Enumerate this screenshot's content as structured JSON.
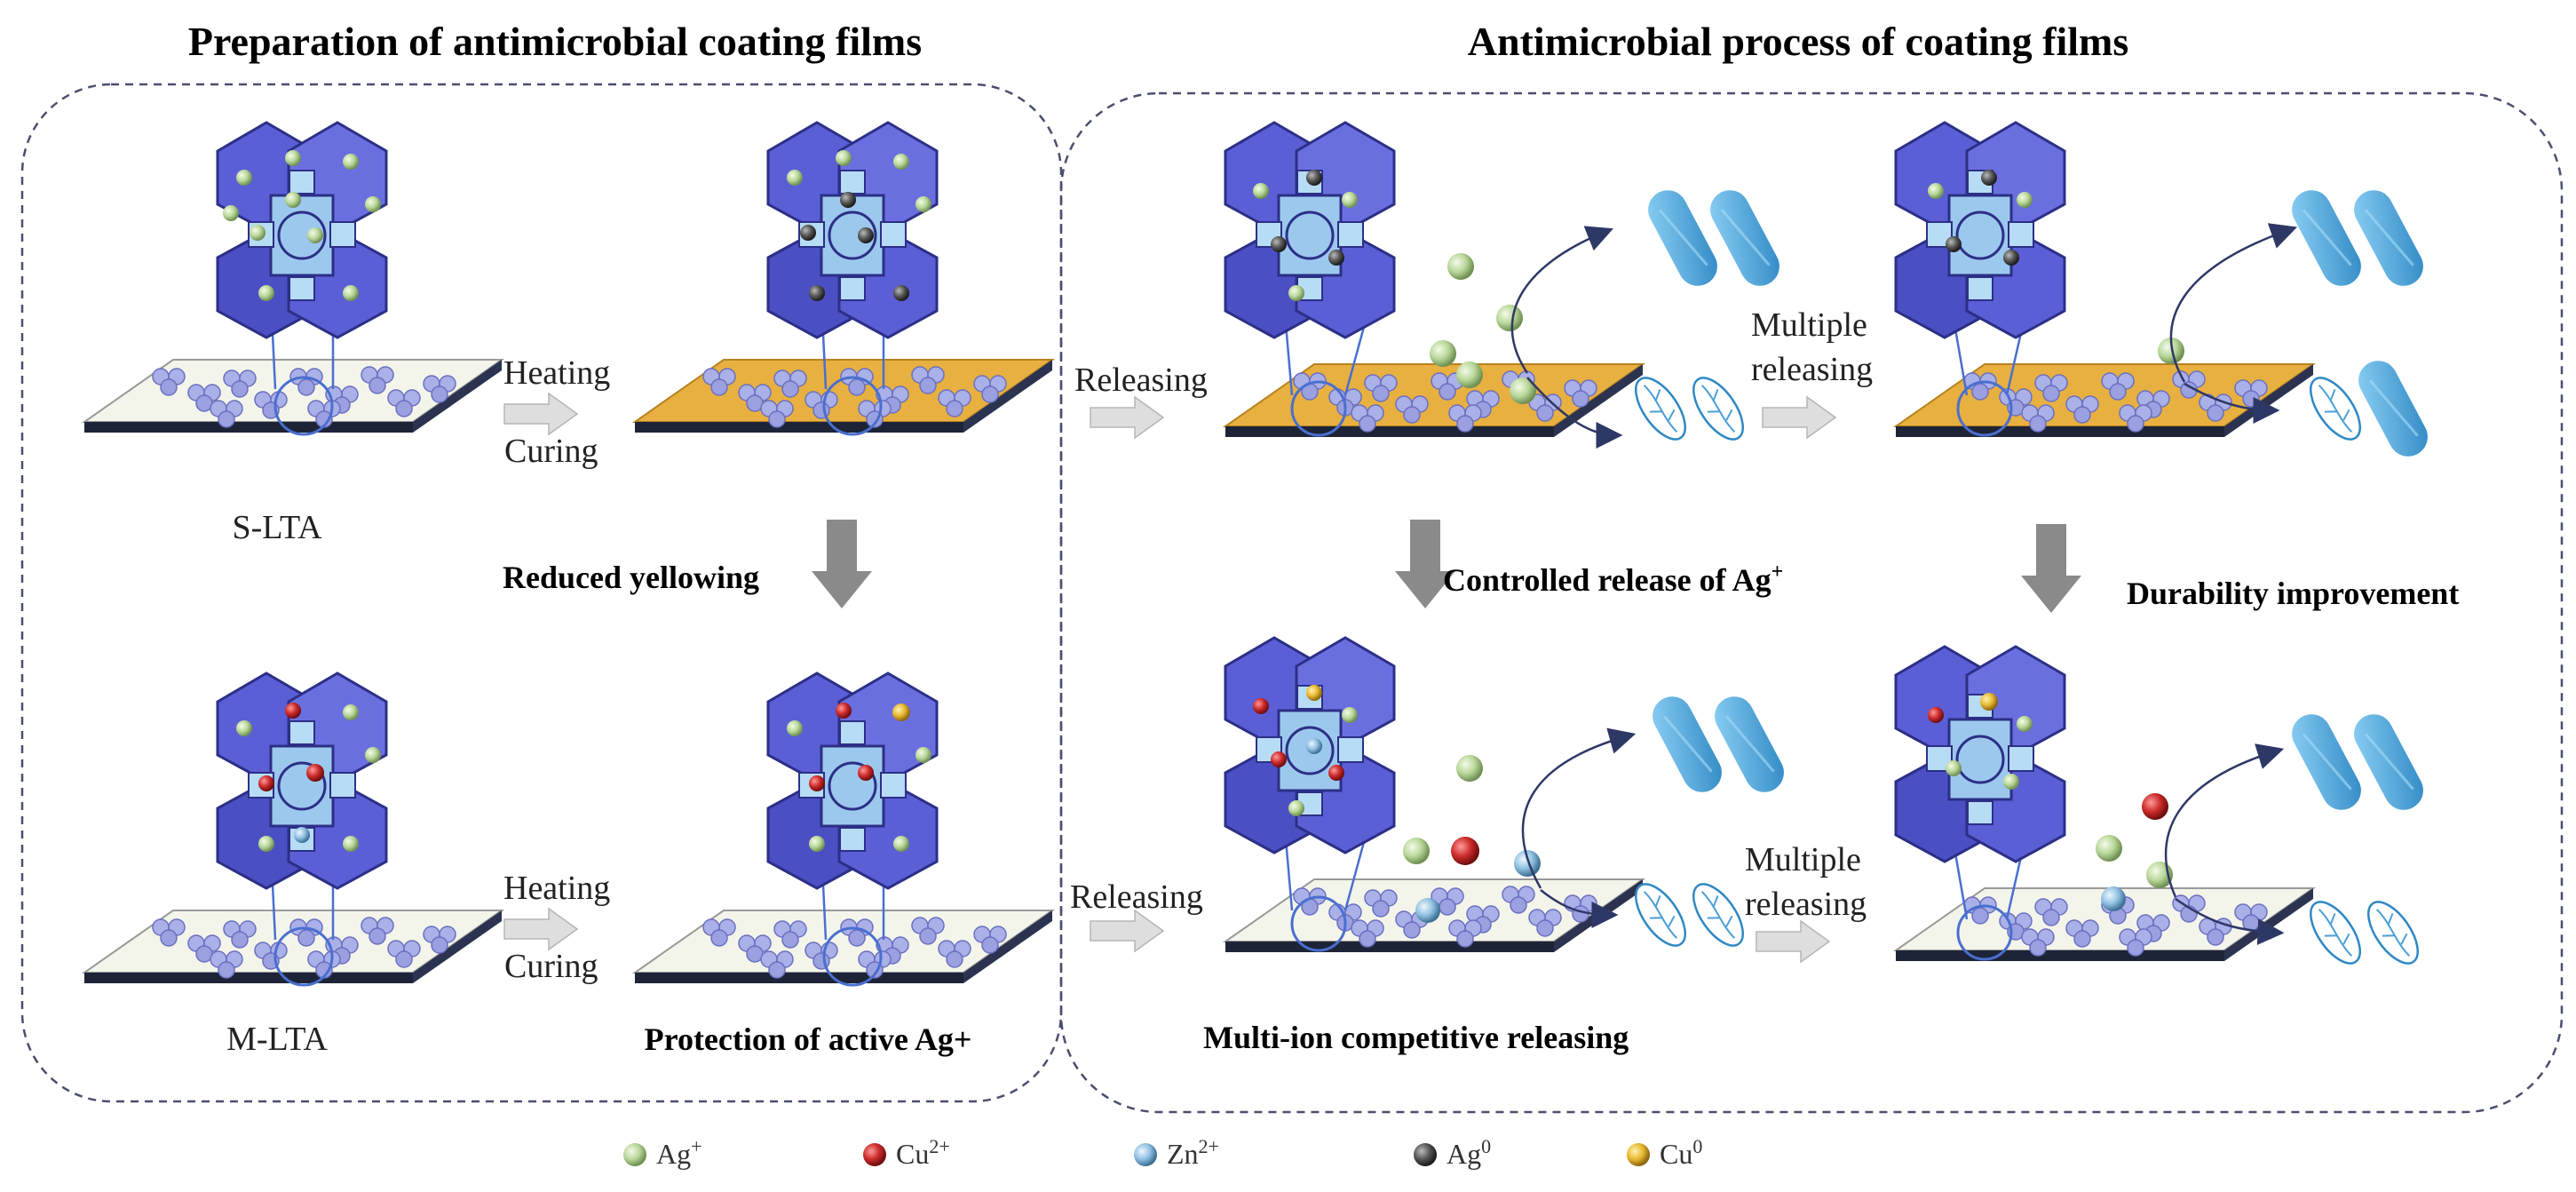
{
  "titles": {
    "left": "Preparation of antimicrobial coating films",
    "right": "Antimicrobial process of coating films"
  },
  "left_panel": {
    "s_lta_label": "S-LTA",
    "m_lta_label": "M-LTA",
    "heating": "Heating",
    "curing": "Curing",
    "reduced_yellowing": "Reduced yellowing",
    "protection": "Protection of  active Ag+"
  },
  "right_panel": {
    "releasing": "Releasing",
    "multiple": "Multiple",
    "releasing2": "releasing",
    "controlled_release": "Controlled release of Ag",
    "controlled_release_sup": "+",
    "durability": "Durability improvement",
    "multi_ion": "Multi-ion competitive releasing"
  },
  "legend": [
    {
      "label": "Ag",
      "sup": "+",
      "color": "#b9d79a",
      "icon": "ag-ion-sphere"
    },
    {
      "label": "Cu",
      "sup": "2+",
      "color": "#cc2a2a",
      "icon": "cu-ion-sphere"
    },
    {
      "label": "Zn",
      "sup": "2+",
      "color": "#8fc0e2",
      "icon": "zn-ion-sphere"
    },
    {
      "label": "Ag",
      "sup": "0",
      "color": "#555555",
      "icon": "ag-atom-sphere"
    },
    {
      "label": "Cu",
      "sup": "0",
      "color": "#e8b830",
      "icon": "cu-atom-sphere"
    }
  ],
  "colors": {
    "framework": "#5a5fd6",
    "framework_dark": "#3a3ea8",
    "yellow_film": "#e8b040",
    "clear_film": "#f4f6ee",
    "bacteria": "#4a9fd6"
  }
}
